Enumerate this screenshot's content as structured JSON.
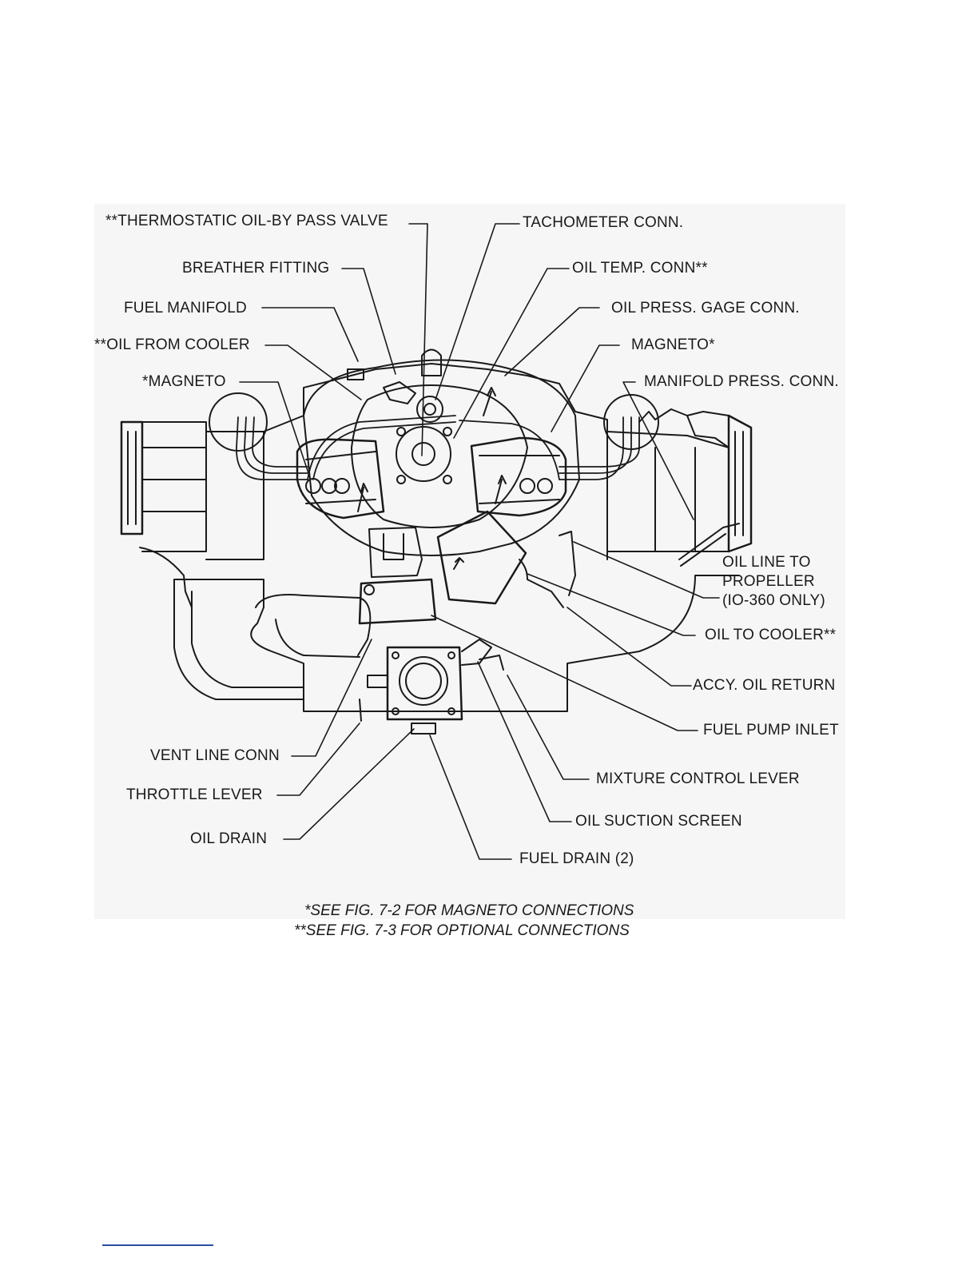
{
  "figure": {
    "callouts": {
      "thermostatic_valve": "**THERMOSTATIC OIL-BY PASS VALVE",
      "breather_fitting": "BREATHER FITTING",
      "fuel_manifold": "FUEL MANIFOLD",
      "oil_from_cooler": "**OIL FROM COOLER",
      "magneto_left": "*MAGNETO",
      "tachometer_conn": "TACHOMETER CONN.",
      "oil_temp_conn": "OIL TEMP. CONN**",
      "oil_press_gage_conn": "OIL PRESS. GAGE CONN.",
      "magneto_right": "MAGNETO*",
      "manifold_press_conn": "MANIFOLD PRESS. CONN.",
      "oil_line_to_propeller": [
        "OIL LINE TO",
        "PROPELLER",
        "(IO-360 ONLY)"
      ],
      "oil_to_cooler": "OIL TO COOLER**",
      "accy_oil_return": "ACCY. OIL RETURN",
      "fuel_pump_inlet": "FUEL PUMP INLET",
      "mixture_control_lever": "MIXTURE CONTROL LEVER",
      "oil_suction_screen": "OIL SUCTION SCREEN",
      "fuel_drain": "FUEL DRAIN (2)",
      "vent_line_conn": "VENT LINE CONN",
      "throttle_lever": "THROTTLE LEVER",
      "oil_drain": "OIL DRAIN"
    },
    "notes": [
      "*SEE FIG. 7-2 FOR MAGNETO CONNECTIONS",
      "**SEE FIG. 7-3 FOR OPTIONAL CONNECTIONS"
    ]
  }
}
